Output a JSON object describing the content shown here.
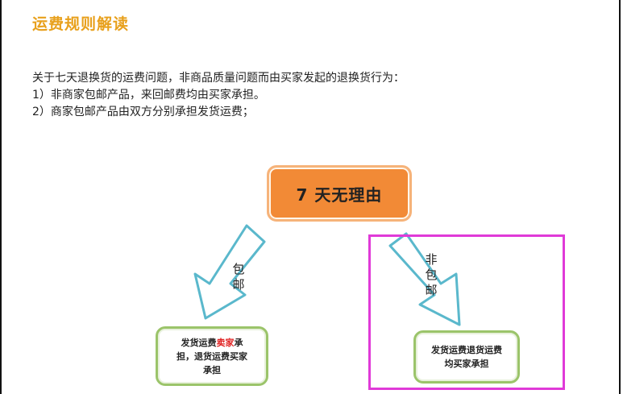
{
  "heading": "运费规则解读",
  "intro": {
    "line1": "关于七天退换货的运费问题，非商品质量问题而由买家发起的退换货行为：",
    "line2": "1）非商家包邮产品，来回邮费均由买家承担。",
    "line3": "2）商家包邮产品由双方分别承担发货运费；"
  },
  "diagram": {
    "root": "7 天无理由",
    "left_branch": {
      "label_line1": "包",
      "label_line2": "邮",
      "result_pre": "发货运费",
      "result_highlight": "卖家",
      "result_mid": "承",
      "result_line2": "担，退货运费买家",
      "result_line3": "承担"
    },
    "right_branch": {
      "label_line1": "非",
      "label_line2": "包",
      "label_line3": "邮",
      "result_line1": "发货运费退货运费",
      "result_line2": "均买家承担"
    }
  },
  "colors": {
    "heading": "#e8a01c",
    "root_fill": "#f28a36",
    "root_border": "#f6b37a",
    "result_border": "#9bc46a",
    "arrow_outline": "#5ab8cc",
    "highlight_frame": "#e03ad8",
    "emphasis_text": "#e02020"
  }
}
